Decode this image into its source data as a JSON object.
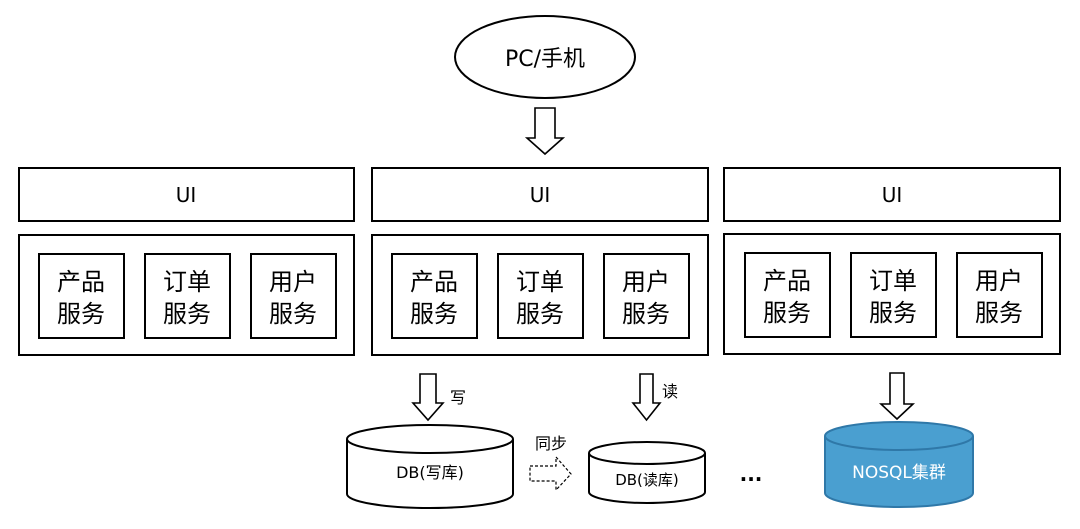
{
  "client": {
    "label": "PC/手机"
  },
  "columns": [
    {
      "ui_label": "UI",
      "services": [
        [
          "产品",
          "服务"
        ],
        [
          "订单",
          "服务"
        ],
        [
          "用户",
          "服务"
        ]
      ]
    },
    {
      "ui_label": "UI",
      "services": [
        [
          "产品",
          "服务"
        ],
        [
          "订单",
          "服务"
        ],
        [
          "用户",
          "服务"
        ]
      ]
    },
    {
      "ui_label": "UI",
      "services": [
        [
          "产品",
          "服务"
        ],
        [
          "订单",
          "服务"
        ],
        [
          "用户",
          "服务"
        ]
      ]
    }
  ],
  "storage": {
    "write_arrow_label": "写",
    "read_arrow_label": "读",
    "sync_label": "同步",
    "write_db_label": "DB(写库)",
    "read_db_label": "DB(读库)",
    "ellipsis": "...",
    "nosql_label": "NOSQL集群",
    "nosql_color": "#4a9fd0",
    "nosql_stroke": "#2f78a8"
  }
}
